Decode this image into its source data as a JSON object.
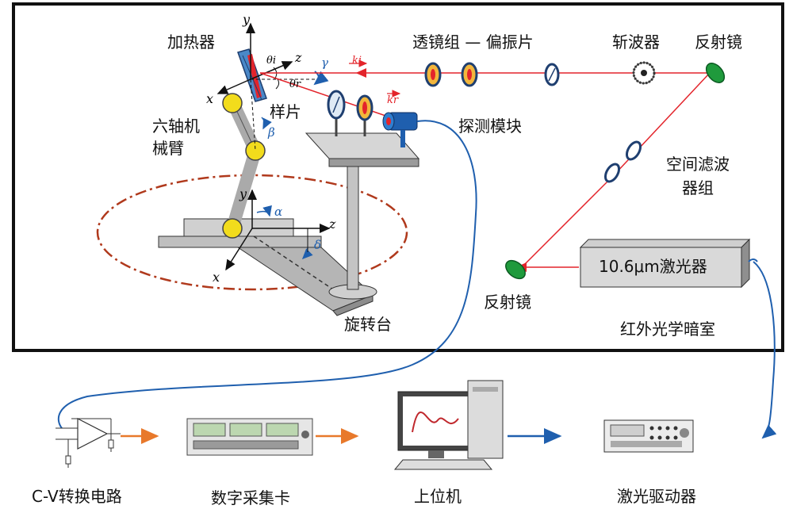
{
  "room_label": "红外光学暗室",
  "components": {
    "heater": "加热器",
    "sample": "样片",
    "arm_line1": "六轴机",
    "arm_line2": "械臂",
    "lens_polarizer": "透镜组 — 偏振片",
    "chopper": "斩波器",
    "mirror_top": "反射镜",
    "detector": "探测模块",
    "spatial_filter_line1": "空间滤波",
    "spatial_filter_line2": "器组",
    "laser": "10.6μm激光器",
    "mirror_bottom": "反射镜",
    "rotary_stage": "旋转台"
  },
  "axes": {
    "y_top": "y",
    "z_top": "z",
    "x_top": "x",
    "y_base": "y",
    "z_base": "z",
    "x_base": "x"
  },
  "angles": {
    "theta_i": "θi",
    "theta_r": "θr",
    "gamma": "γ",
    "beta": "β",
    "alpha": "α",
    "delta": "δ"
  },
  "wave_vectors": {
    "ki": "ki",
    "kr": "kr"
  },
  "chain": {
    "cv": "C-V转换电路",
    "daq": "数字采集卡",
    "pc": "上位机",
    "driver": "激光驱动器"
  },
  "colors": {
    "beam": "#e3242b",
    "signal_blue": "#1f5fae",
    "signal_orange": "#e8792b",
    "ellipse": "#b0391c",
    "arm_yellow": "#f2dc1c",
    "mirror_green": "#1f9a3c"
  }
}
